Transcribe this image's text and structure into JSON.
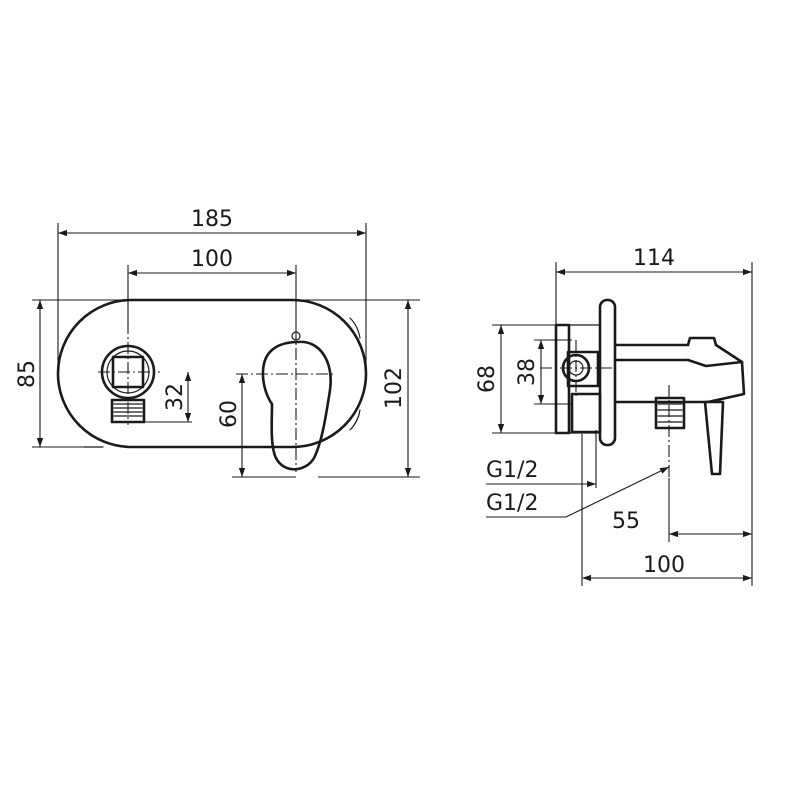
{
  "front_view": {
    "overall_width": "185",
    "centers_width": "100",
    "plate_height": "85",
    "overall_height": "102",
    "lever_height": "60",
    "diverter_offset": "32"
  },
  "side_view": {
    "overall_depth": "114",
    "body_height": "68",
    "inner_height": "38",
    "thread_inlet": "G1/2",
    "thread_outlet": "G1/2",
    "outlet_depth": "55",
    "wall_depth": "100"
  },
  "colors": {
    "line": "#1a1a1a",
    "background": "#ffffff"
  }
}
